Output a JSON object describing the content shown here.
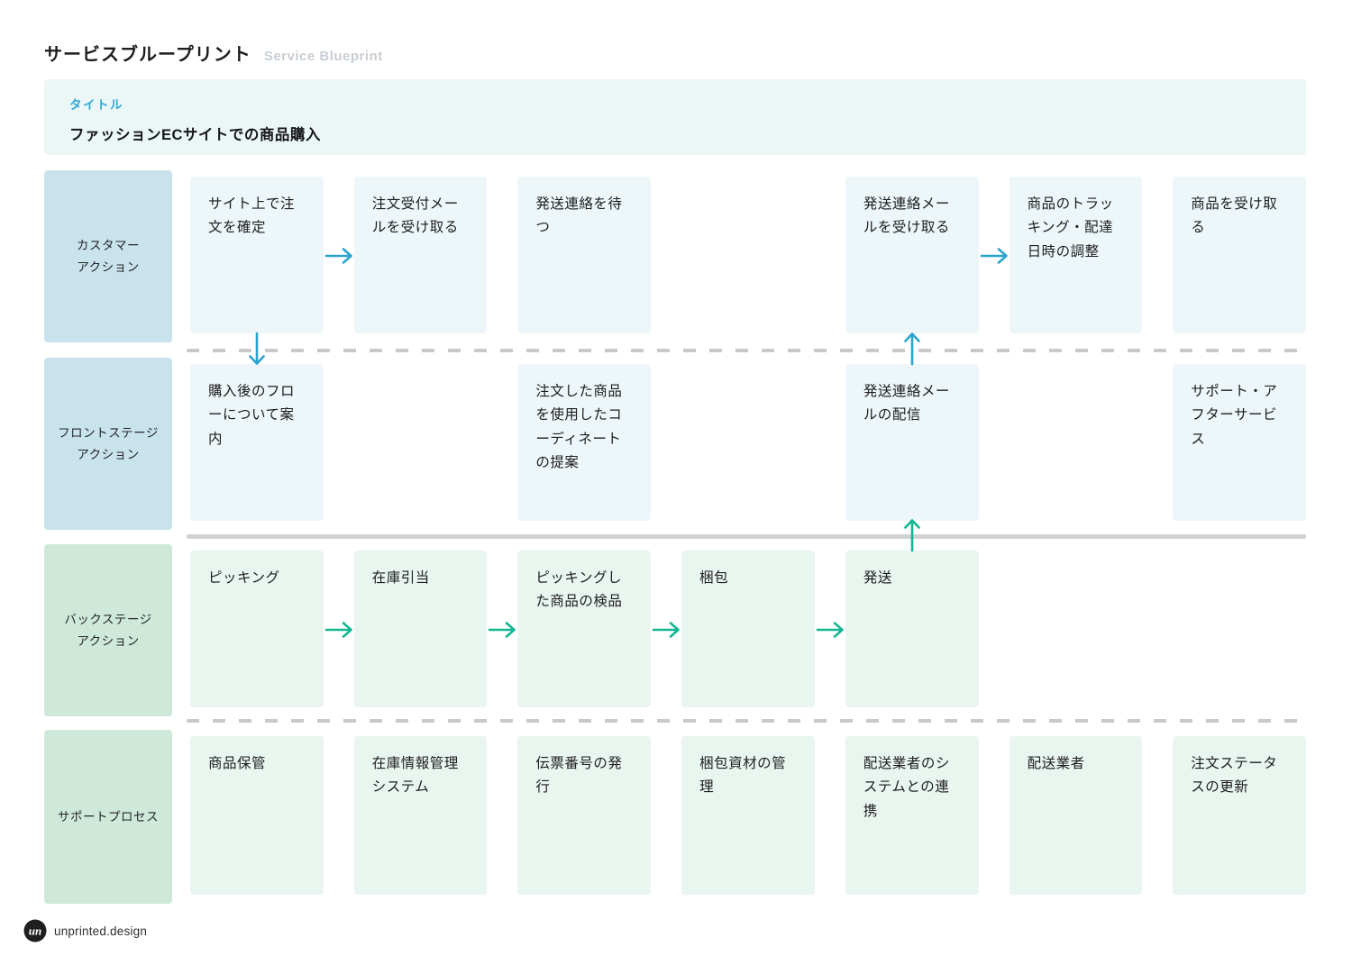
{
  "header": {
    "title_ja": "サービスブループリント",
    "title_en": "Service Blueprint"
  },
  "banner": {
    "label": "タイトル",
    "title": "ファッションECサイトでの商品購入"
  },
  "rows": [
    {
      "id": "customer-actions",
      "label": "カスタマー\nアクション",
      "theme": "blue",
      "cards": [
        {
          "col": 0,
          "text": "サイト上で注文を確定"
        },
        {
          "col": 1,
          "text": "注文受付メールを受け取る"
        },
        {
          "col": 2,
          "text": "発送連絡を待つ"
        },
        {
          "col": 4,
          "text": "発送連絡メールを受け取る"
        },
        {
          "col": 5,
          "text": "商品のトラッキング・配達日時の調整"
        },
        {
          "col": 6,
          "text": "商品を受け取る"
        }
      ]
    },
    {
      "id": "frontstage-actions",
      "label": "フロントステージ\nアクション",
      "theme": "blue",
      "cards": [
        {
          "col": 0,
          "text": "購入後のフローについて案内"
        },
        {
          "col": 2,
          "text": "注文した商品を使用したコーディネートの提案"
        },
        {
          "col": 4,
          "text": "発送連絡メールの配信"
        },
        {
          "col": 6,
          "text": "サポート・アフターサービス"
        }
      ]
    },
    {
      "id": "backstage-actions",
      "label": "バックステージ\nアクション",
      "theme": "green",
      "cards": [
        {
          "col": 0,
          "text": "ピッキング"
        },
        {
          "col": 1,
          "text": "在庫引当"
        },
        {
          "col": 2,
          "text": "ピッキングした商品の検品"
        },
        {
          "col": 3,
          "text": "梱包"
        },
        {
          "col": 4,
          "text": "発送"
        }
      ]
    },
    {
      "id": "support-processes",
      "label": "サポートプロセス",
      "theme": "green",
      "cards": [
        {
          "col": 0,
          "text": "商品保管"
        },
        {
          "col": 1,
          "text": "在庫情報管理システム"
        },
        {
          "col": 2,
          "text": "伝票番号の発行"
        },
        {
          "col": 3,
          "text": "梱包資材の管理"
        },
        {
          "col": 4,
          "text": "配送業者のシステムとの連携"
        },
        {
          "col": 5,
          "text": "配送業者"
        },
        {
          "col": 6,
          "text": "注文ステータスの更新"
        }
      ]
    }
  ],
  "arrows": {
    "horizontal": [
      {
        "row": 0,
        "gap": 0,
        "color": "blue"
      },
      {
        "row": 0,
        "gap": 4,
        "color": "blue"
      },
      {
        "row": 2,
        "gap": 0,
        "color": "teal"
      },
      {
        "row": 2,
        "gap": 1,
        "color": "teal"
      },
      {
        "row": 2,
        "gap": 2,
        "color": "teal"
      },
      {
        "row": 2,
        "gap": 3,
        "color": "teal"
      }
    ],
    "vertical": [
      {
        "col": 0,
        "boundary": 0,
        "dir": "down",
        "color": "blue"
      },
      {
        "col": 4,
        "boundary": 0,
        "dir": "up",
        "color": "blue"
      },
      {
        "col": 4,
        "boundary": 1,
        "dir": "up",
        "color": "teal"
      }
    ]
  },
  "colors": {
    "arrow_blue": "#2ba3cf",
    "arrow_teal": "#12b792",
    "lane_blue": "#c8e3ec",
    "lane_green": "#cee9da",
    "card_blue": "#edf6f9",
    "card_green": "#e9f5ef",
    "banner_bg": "#ebf7f6",
    "accent_cyan": "#2fa9d6"
  },
  "footer": {
    "brand": "unprinted.design"
  }
}
